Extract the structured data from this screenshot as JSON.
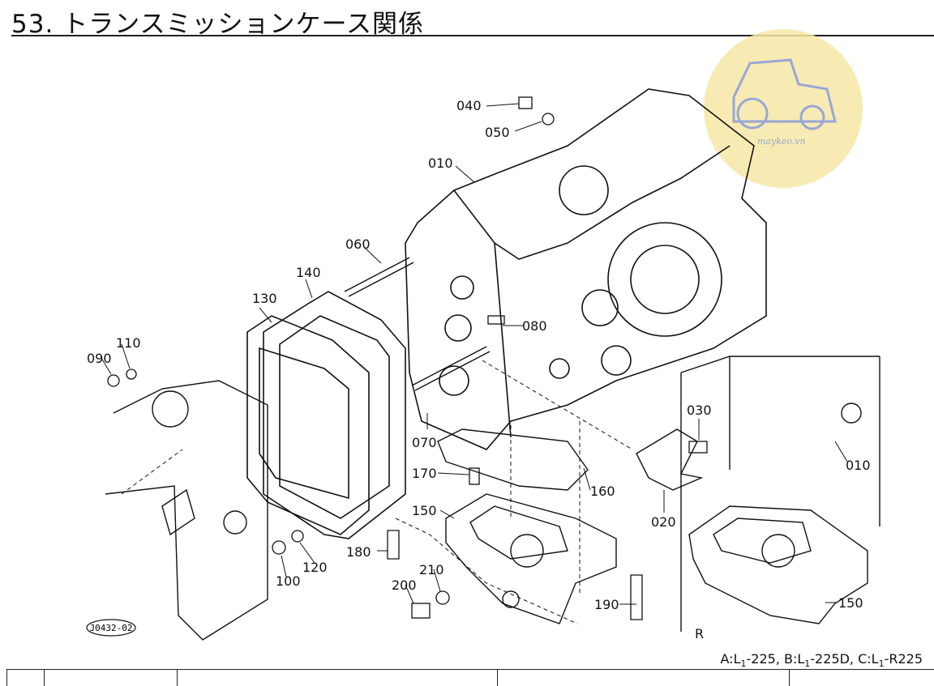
{
  "title": "53. トランスミッションケース関係",
  "watermark_text": "maykeo.vn",
  "drawing_code": "J0432-02",
  "view_marker": "R",
  "models": {
    "A": "A:L",
    "A_sub": "1",
    "A_rest": "-225,",
    "B": "B:L",
    "B_sub": "1",
    "B_rest": "-225D,",
    "C": "C:L",
    "C_sub": "1",
    "C_rest": "-R225"
  },
  "parts": {
    "p010": "010",
    "p010b": "010",
    "p020": "020",
    "p030": "030",
    "p040": "040",
    "p050": "050",
    "p060": "060",
    "p070": "070",
    "p080": "080",
    "p090": "090",
    "p100": "100",
    "p110": "110",
    "p120": "120",
    "p130": "130",
    "p140": "140",
    "p150": "150",
    "p150b": "150",
    "p160": "160",
    "p170": "170",
    "p180": "180",
    "p190": "190",
    "p200": "200",
    "p210": "210"
  }
}
